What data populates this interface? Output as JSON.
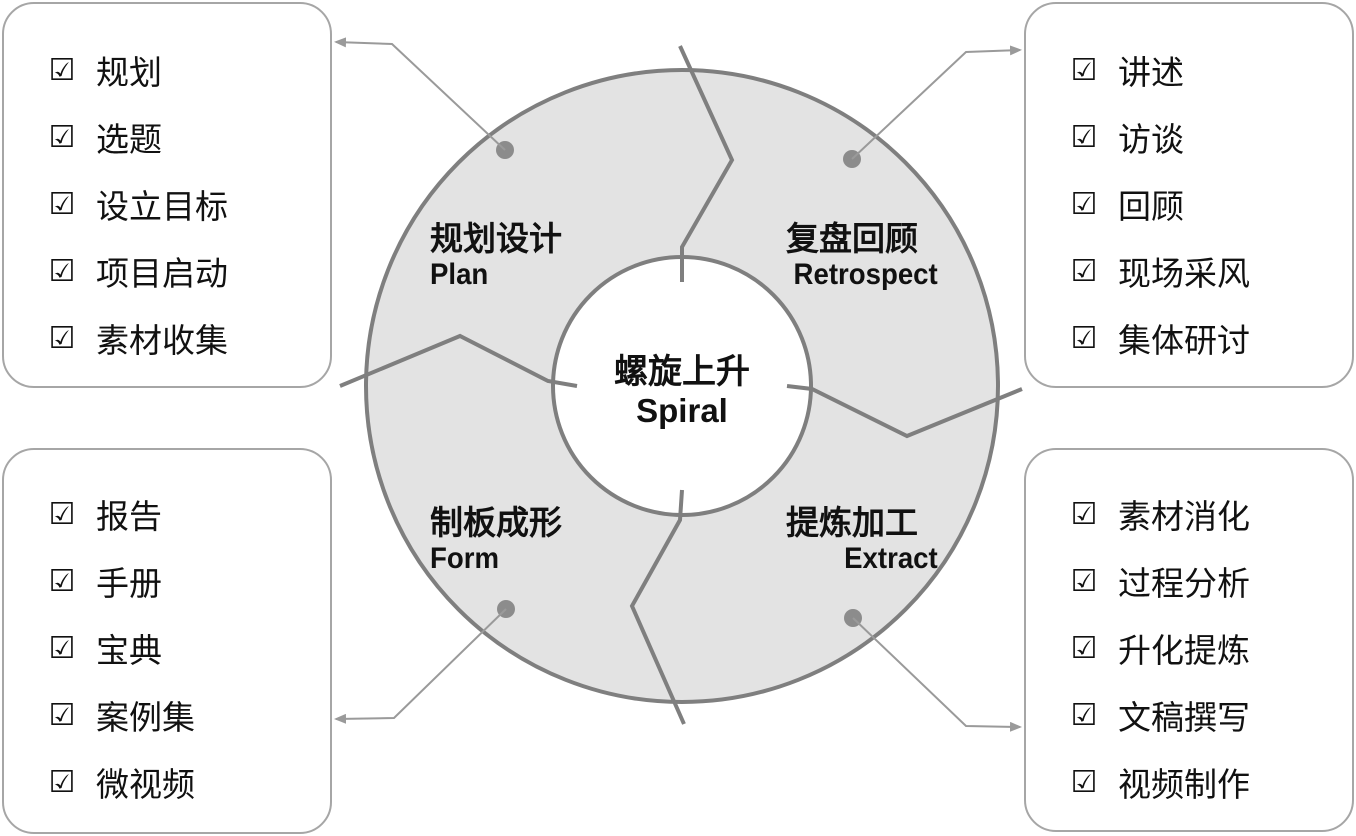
{
  "center": {
    "title": "螺旋上升",
    "subtitle": "Spiral"
  },
  "phases": {
    "plan": {
      "title": "规划设计",
      "subtitle": "Plan"
    },
    "retrospect": {
      "title": "复盘回顾",
      "subtitle": "Retrospect"
    },
    "form": {
      "title": "制板成形",
      "subtitle": "Form"
    },
    "extract": {
      "title": "提炼加工",
      "subtitle": "Extract"
    }
  },
  "checkbox_icon": "☑",
  "panels": {
    "plan": {
      "items": [
        "规划",
        "选题",
        "设立目标",
        "项目启动",
        "素材收集"
      ]
    },
    "retrospect": {
      "items": [
        "讲述",
        "访谈",
        "回顾",
        "现场采风",
        "集体研讨"
      ]
    },
    "form": {
      "items": [
        "报告",
        "手册",
        "宝典",
        "案例集",
        "微视频"
      ]
    },
    "extract": {
      "items": [
        "素材消化",
        "过程分析",
        "升化提炼",
        "文稿撰写",
        "视频制作"
      ]
    }
  },
  "colors": {
    "ring_fill": "#e3e3e3",
    "ring_stroke": "#7f7f7f",
    "panel_border": "#a6a6a6",
    "connector": "#8c8c8c",
    "text": "#111111"
  }
}
